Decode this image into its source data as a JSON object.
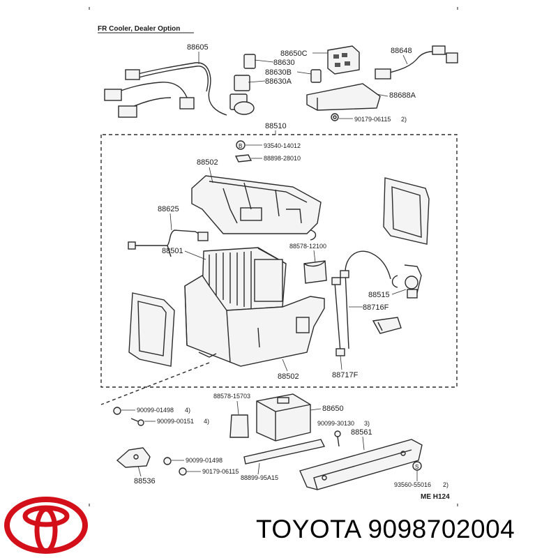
{
  "diagram": {
    "header": "FR  Cooler, Dealer Option",
    "code": "ME  H124",
    "assembly_label": "88510",
    "labels": {
      "p88605": "88605",
      "p88650C": "88650C",
      "p88630": "88630",
      "p88630B": "88630B",
      "p88630A": "88630A",
      "p88648": "88648",
      "p88688A": "88688A",
      "p90179_top": "90179-06115",
      "note_2_top": "2)",
      "p93540": "93540-14012",
      "p88898": "88898-28010",
      "p88502_top": "88502",
      "p88625": "88625",
      "p88578_12100": "88578-12100",
      "p88501": "88501",
      "p88515": "88515",
      "p88716F": "88716F",
      "p88502_bottom": "88502",
      "p88717F": "88717F",
      "p90099_01498_a": "90099-01498",
      "note_4_a": "4)",
      "p90099_00151": "90099-00151",
      "note_4_b": "4)",
      "p88578_15703": "88578-15703",
      "p88650": "88650",
      "p90099_30130": "90099-30130",
      "note_3": "3)",
      "p88561": "88561",
      "p90099_01498_b": "90099-01498",
      "p90179_bottom": "90179-06115",
      "p88536": "88536",
      "p88899": "88899-95A15",
      "p93560": "93560-55016",
      "note_2_bottom": "2)"
    }
  },
  "footer": {
    "brand_text": "TOYOTA 9098702004",
    "logo": "toyota-logo",
    "logo_color": "#d3101a"
  }
}
